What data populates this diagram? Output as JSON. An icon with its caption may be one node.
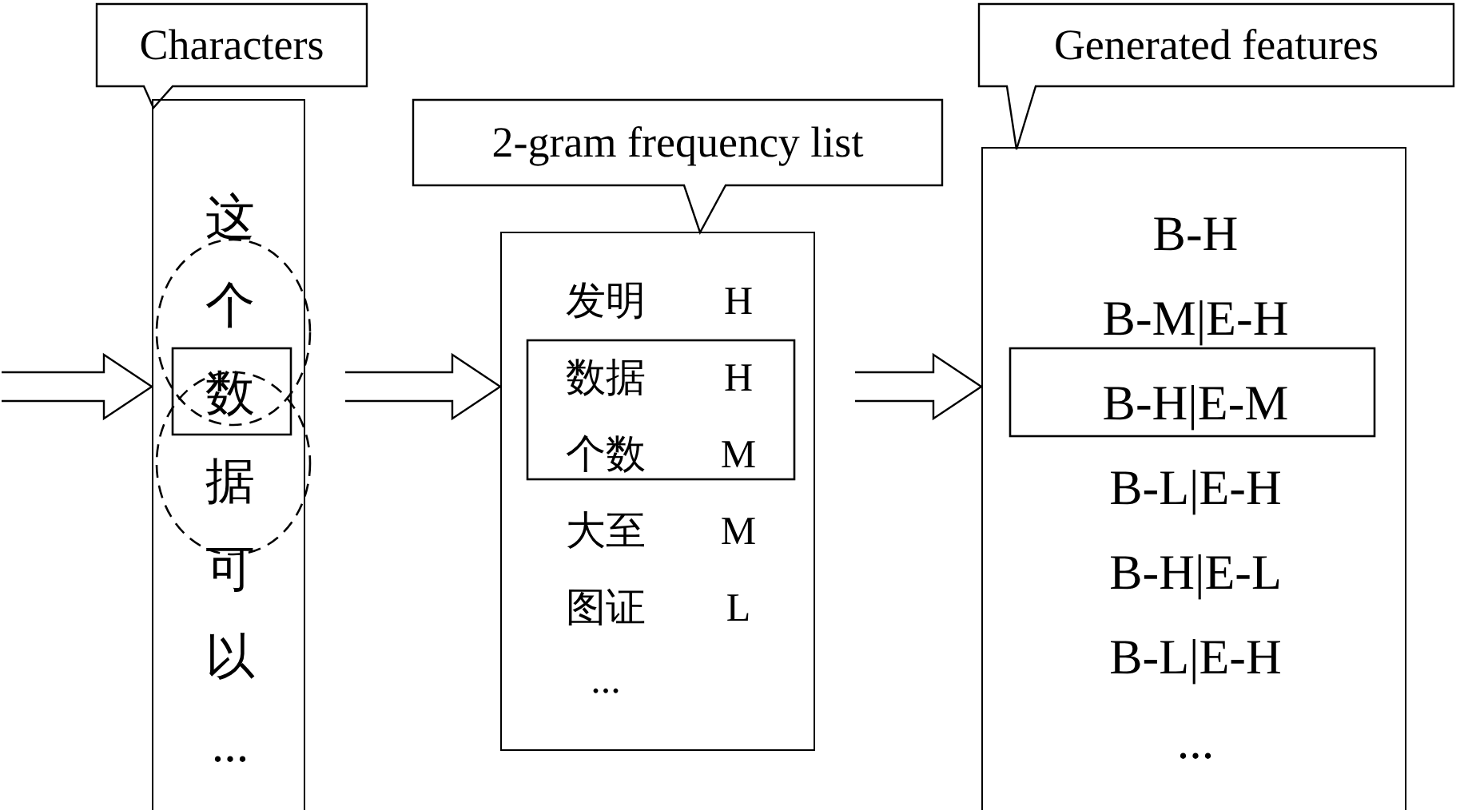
{
  "diagram": {
    "nodes": [
      {
        "text": [
          "Characters"
        ]
      },
      {
        "text": [
          "这",
          "个",
          "数",
          "据",
          "可",
          "以",
          "..."
        ]
      },
      {
        "text": [
          "2-gram frequency list"
        ]
      },
      {
        "text": [
          "发明",
          "H",
          "数据",
          "H",
          "个数",
          "M",
          "大至",
          "M",
          "图证",
          "L",
          "..."
        ]
      },
      {
        "text": [
          "Generated features"
        ]
      },
      {
        "text": [
          "B-H",
          "B-M|E-H",
          "B-H|E-M",
          "B-L|E-H",
          "B-H|E-L",
          "B-L|E-H",
          "..."
        ]
      }
    ],
    "edges": [
      {
        "from": null,
        "to": 1,
        "arrow": "to"
      },
      {
        "from": 1,
        "to": 3,
        "arrow": "to"
      },
      {
        "from": 3,
        "to": 5,
        "arrow": "to"
      }
    ]
  }
}
